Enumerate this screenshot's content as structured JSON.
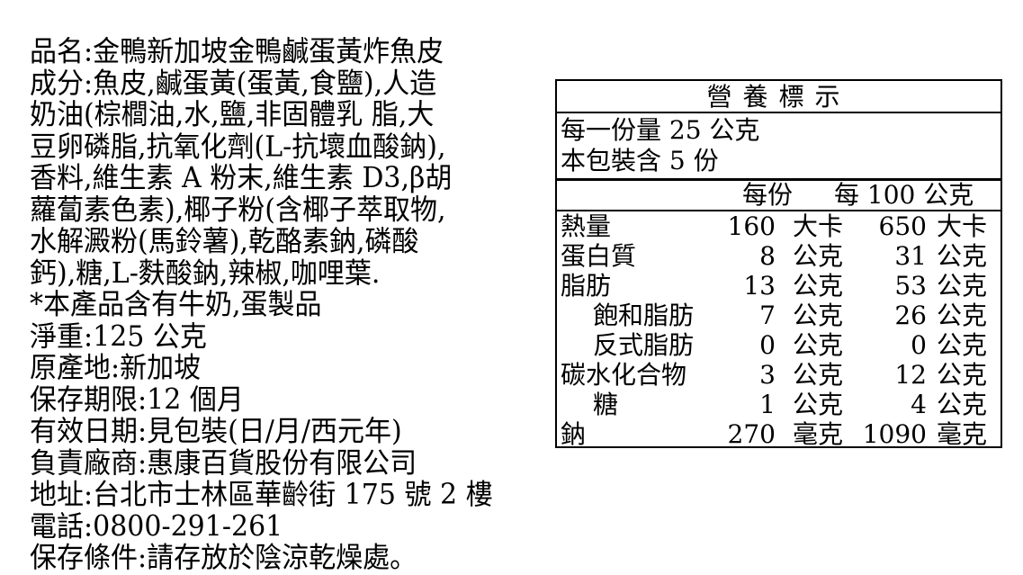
{
  "left_lines": [
    "品名:金鴨新加坡金鴨鹹蛋黃炸魚皮",
    "成分:魚皮,鹹蛋黃(蛋黃,食鹽),人造",
    "奶油(棕櫚油,水,鹽,非固體乳 脂,大",
    "豆卵磷脂,抗氧化劑(L-抗壞血酸鈉),",
    "香料,維生素 A 粉末,維生素 D3,β胡",
    "蘿蔔素色素),椰子粉(含椰子萃取物,",
    "水解澱粉(馬鈴薯),乾酪素鈉,磷酸",
    "鈣),糖,L-麩酸鈉,辣椒,咖哩葉.",
    "*本產品含有牛奶,蛋製品",
    "淨重:125 公克",
    "原產地:新加坡",
    "保存期限:12 個月",
    "有效日期:見包裝(日/月/西元年)",
    "負責廠商:惠康百貨股份有限公司",
    "地址:台北市士林區華齡街 175 號 2 樓",
    "電話:0800-291-261",
    "保存條件:請存放於陰涼乾燥處。"
  ],
  "nutrition": {
    "title": "營養標示",
    "serving_size": "每一份量 25 公克",
    "servings": "本包裝含 5 份",
    "col1_header": "每份",
    "col2_header": "每 100 公克",
    "rows": [
      {
        "name": "熱量",
        "v1": "160",
        "u1": "大卡",
        "v2": "650",
        "u2": "大卡",
        "indent": false
      },
      {
        "name": "蛋白質",
        "v1": "8",
        "u1": "公克",
        "v2": "31",
        "u2": "公克",
        "indent": false
      },
      {
        "name": "脂肪",
        "v1": "13",
        "u1": "公克",
        "v2": "53",
        "u2": "公克",
        "indent": false
      },
      {
        "name": "飽和脂肪",
        "v1": "7",
        "u1": "公克",
        "v2": "26",
        "u2": "公克",
        "indent": true
      },
      {
        "name": "反式脂肪",
        "v1": "0",
        "u1": "公克",
        "v2": "0",
        "u2": "公克",
        "indent": true
      },
      {
        "name": "碳水化合物",
        "v1": "3",
        "u1": "公克",
        "v2": "12",
        "u2": "公克",
        "indent": false
      },
      {
        "name": "糖",
        "v1": "1",
        "u1": "公克",
        "v2": "4",
        "u2": "公克",
        "indent": true
      },
      {
        "name": "鈉",
        "v1": "270",
        "u1": "毫克",
        "v2": "1090",
        "u2": "毫克",
        "indent": false
      }
    ]
  }
}
